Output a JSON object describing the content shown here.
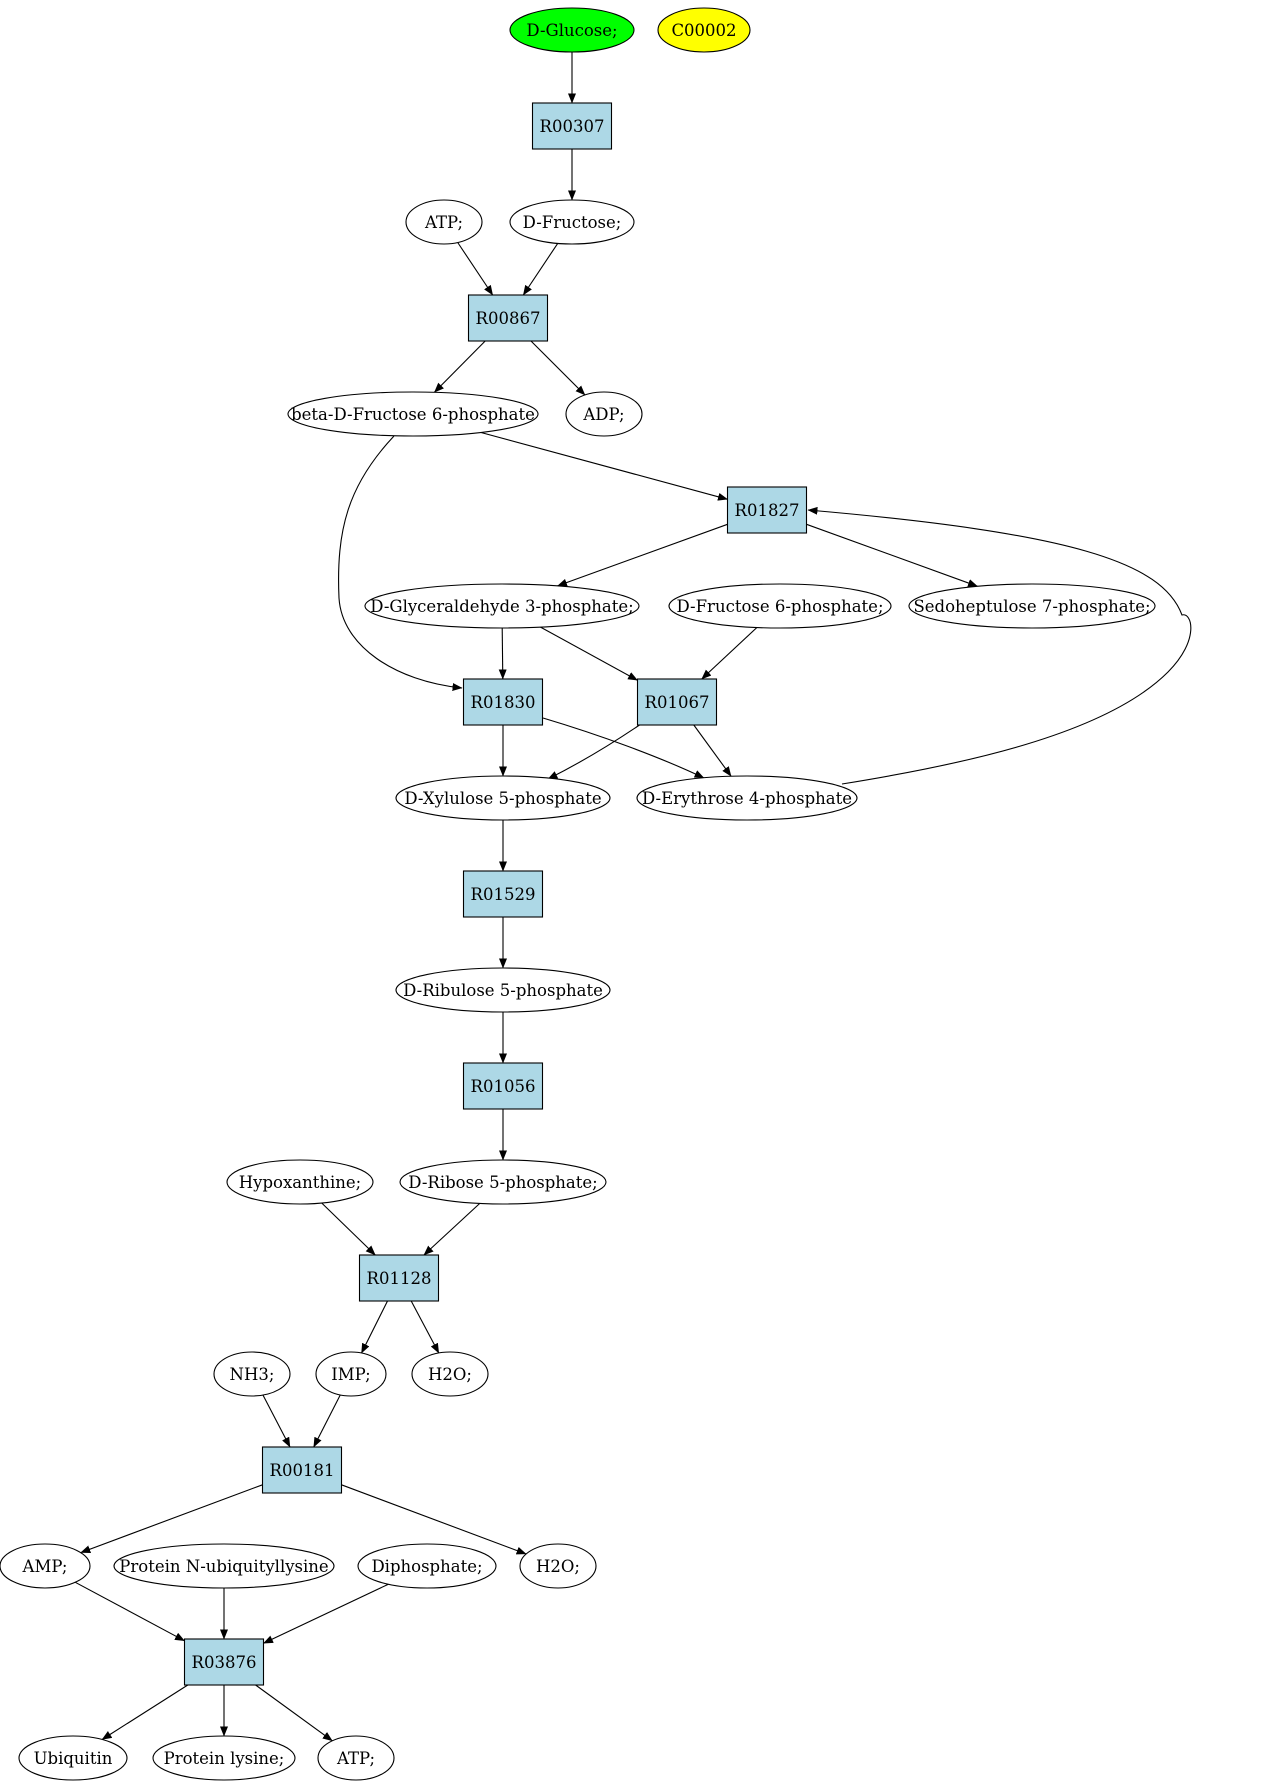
{
  "colors": {
    "default_fill": "#ffffff",
    "source_fill": "#00ff00",
    "target_fill": "#ffff00",
    "reaction_fill": "#add8e6",
    "stroke": "#000000"
  },
  "metabolites": {
    "glucose": {
      "label": "D-Glucose;",
      "role": "source"
    },
    "c00002": {
      "label": "C00002",
      "role": "target"
    },
    "atp1": {
      "label": "ATP;"
    },
    "fructose": {
      "label": "D-Fructose;"
    },
    "bf6p": {
      "label": "beta-D-Fructose 6-phosphate"
    },
    "adp": {
      "label": "ADP;"
    },
    "g3p": {
      "label": "D-Glyceraldehyde 3-phosphate;"
    },
    "f6p": {
      "label": "D-Fructose 6-phosphate;"
    },
    "s7p": {
      "label": "Sedoheptulose 7-phosphate;"
    },
    "x5p": {
      "label": "D-Xylulose 5-phosphate"
    },
    "e4p": {
      "label": "D-Erythrose 4-phosphate"
    },
    "ru5p": {
      "label": "D-Ribulose 5-phosphate"
    },
    "hypox": {
      "label": "Hypoxanthine;"
    },
    "r5p": {
      "label": "D-Ribose 5-phosphate;"
    },
    "nh3": {
      "label": "NH3;"
    },
    "imp": {
      "label": "IMP;"
    },
    "h2o1": {
      "label": "H2O;"
    },
    "amp": {
      "label": "AMP;"
    },
    "pnul": {
      "label": "Protein N-ubiquityllysine"
    },
    "diphos": {
      "label": "Diphosphate;"
    },
    "h2o2": {
      "label": "H2O;"
    },
    "ubq": {
      "label": "Ubiquitin"
    },
    "plys": {
      "label": "Protein lysine;"
    },
    "atp2": {
      "label": "ATP;"
    }
  },
  "reactions": {
    "r00307": {
      "label": "R00307"
    },
    "r00867": {
      "label": "R00867"
    },
    "r01827": {
      "label": "R01827"
    },
    "r01830": {
      "label": "R01830"
    },
    "r01067": {
      "label": "R01067"
    },
    "r01529": {
      "label": "R01529"
    },
    "r01056": {
      "label": "R01056"
    },
    "r01128": {
      "label": "R01128"
    },
    "r00181": {
      "label": "R00181"
    },
    "r03876": {
      "label": "R03876"
    }
  },
  "edges": [
    {
      "from": "glucose",
      "to": "r00307"
    },
    {
      "from": "r00307",
      "to": "fructose"
    },
    {
      "from": "atp1",
      "to": "r00867"
    },
    {
      "from": "fructose",
      "to": "r00867"
    },
    {
      "from": "r00867",
      "to": "bf6p"
    },
    {
      "from": "r00867",
      "to": "adp"
    },
    {
      "from": "bf6p",
      "to": "r01827"
    },
    {
      "from": "bf6p",
      "to": "r01830"
    },
    {
      "from": "r01827",
      "to": "g3p"
    },
    {
      "from": "r01827",
      "to": "s7p"
    },
    {
      "from": "g3p",
      "to": "r01830"
    },
    {
      "from": "g3p",
      "to": "r01067"
    },
    {
      "from": "f6p",
      "to": "r01067"
    },
    {
      "from": "r01830",
      "to": "x5p"
    },
    {
      "from": "r01830",
      "to": "e4p"
    },
    {
      "from": "r01067",
      "to": "x5p"
    },
    {
      "from": "r01067",
      "to": "e4p"
    },
    {
      "from": "e4p",
      "to": "r01827"
    },
    {
      "from": "x5p",
      "to": "r01529"
    },
    {
      "from": "r01529",
      "to": "ru5p"
    },
    {
      "from": "ru5p",
      "to": "r01056"
    },
    {
      "from": "r01056",
      "to": "r5p"
    },
    {
      "from": "hypox",
      "to": "r01128"
    },
    {
      "from": "r5p",
      "to": "r01128"
    },
    {
      "from": "r01128",
      "to": "imp"
    },
    {
      "from": "r01128",
      "to": "h2o1"
    },
    {
      "from": "nh3",
      "to": "r00181"
    },
    {
      "from": "imp",
      "to": "r00181"
    },
    {
      "from": "r00181",
      "to": "amp"
    },
    {
      "from": "r00181",
      "to": "h2o2"
    },
    {
      "from": "amp",
      "to": "r03876"
    },
    {
      "from": "pnul",
      "to": "r03876"
    },
    {
      "from": "diphos",
      "to": "r03876"
    },
    {
      "from": "r03876",
      "to": "ubq"
    },
    {
      "from": "r03876",
      "to": "plys"
    },
    {
      "from": "r03876",
      "to": "atp2"
    }
  ]
}
